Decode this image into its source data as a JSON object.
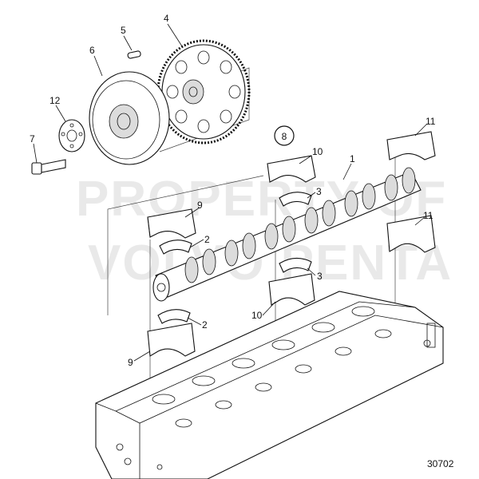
{
  "drawing_number": "30702",
  "watermark": [
    "PROPERTY OF",
    "VOLVO PENTA"
  ],
  "circled_reference": "8",
  "callouts": {
    "c1": "1",
    "c2a": "2",
    "c2b": "2",
    "c3a": "3",
    "c3b": "3",
    "c4": "4",
    "c5": "5",
    "c6": "6",
    "c7": "7",
    "c9a": "9",
    "c9b": "9",
    "c10a": "10",
    "c10b": "10",
    "c11a": "11",
    "c11b": "11",
    "c12": "12"
  }
}
